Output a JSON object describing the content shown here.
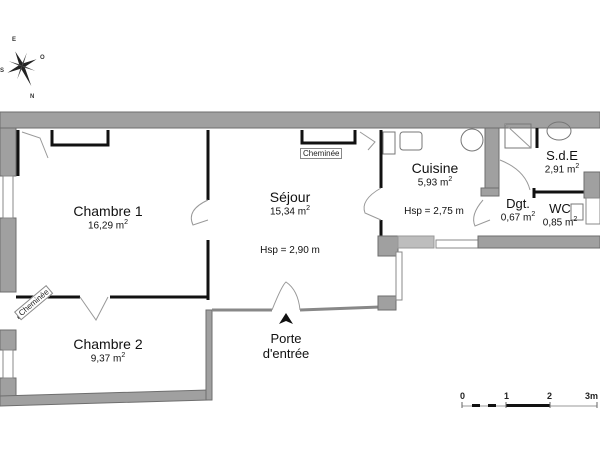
{
  "compass": {
    "letters": {
      "north": "N",
      "south": "S",
      "east": "E",
      "west": "O"
    }
  },
  "rooms": [
    {
      "id": "chambre-1",
      "name": "Chambre 1",
      "area": "16,29 m",
      "unit_sup": "2"
    },
    {
      "id": "chambre-2",
      "name": "Chambre 2",
      "area": "9,37 m",
      "unit_sup": "2"
    },
    {
      "id": "sejour",
      "name": "Séjour",
      "area": "15,34 m",
      "unit_sup": "2",
      "hsp": "Hsp = 2,90 m"
    },
    {
      "id": "cuisine",
      "name": "Cuisine",
      "area": "5,93 m",
      "unit_sup": "2",
      "hsp": "Hsp = 2,75 m"
    },
    {
      "id": "sde",
      "name": "S.d.E",
      "area": "2,91 m",
      "unit_sup": "2"
    },
    {
      "id": "dgt",
      "name": "Dgt.",
      "area": "0,67 m",
      "unit_sup": "2"
    },
    {
      "id": "wc",
      "name": "WC",
      "area": "0,85 m",
      "unit_sup": "2"
    }
  ],
  "fixtures": {
    "cheminee_sejour": "Cheminée",
    "cheminee_chambre2": "Cheminée"
  },
  "entrance": {
    "line1": "Porte",
    "line2": "d'entrée"
  },
  "scale_bar": {
    "ticks": [
      "0",
      "1",
      "2",
      "3m"
    ]
  },
  "colors": {
    "wall": "#a0a0a0",
    "wall_edge": "#707070",
    "partition": "#111111",
    "background": "#ffffff"
  }
}
